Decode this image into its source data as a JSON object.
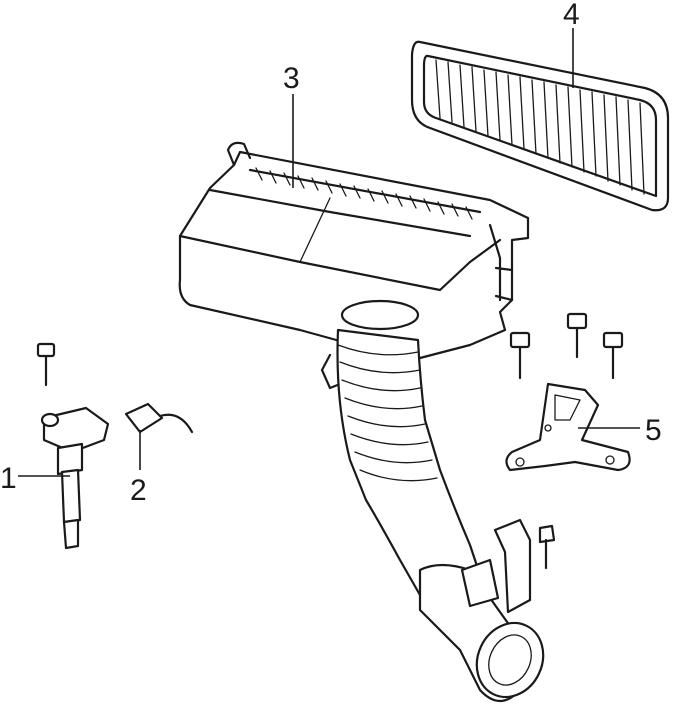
{
  "callouts": [
    {
      "id": "1",
      "label": "1"
    },
    {
      "id": "2",
      "label": "2"
    },
    {
      "id": "3",
      "label": "3"
    },
    {
      "id": "4",
      "label": "4"
    },
    {
      "id": "5",
      "label": "5"
    }
  ],
  "colors": {
    "line": "#1a1a1a",
    "shade": "#d9d9d9",
    "background": "#ffffff"
  },
  "icons": {
    "ignition_coil": "ignition-coil-icon",
    "connector": "connector-icon",
    "air_cleaner": "air-cleaner-housing-icon",
    "filter": "air-filter-element-icon",
    "bracket": "bracket-icon",
    "bolt": "bolt-icon"
  }
}
